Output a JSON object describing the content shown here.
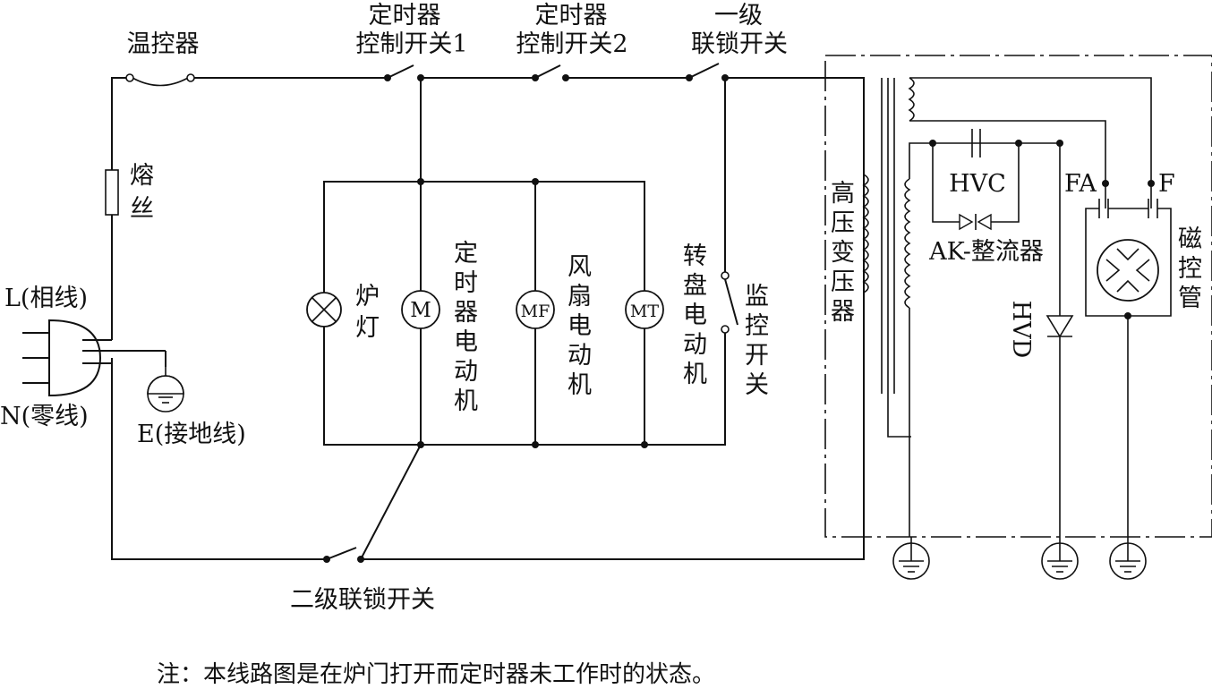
{
  "labels": {
    "thermostat": "温控器",
    "timer_switch1_a": "定时器",
    "timer_switch1_b": "控制开关1",
    "timer_switch2_a": "定时器",
    "timer_switch2_b": "控制开关2",
    "interlock1_a": "一级",
    "interlock1_b": "联锁开关",
    "fuse_a": "熔",
    "fuse_b": "丝",
    "live": "L(相线)",
    "neutral": "N(零线)",
    "earth": "E(接地线)",
    "lamp_a": "炉",
    "lamp_b": "灯",
    "timer_motor": [
      "定",
      "时",
      "器",
      "电",
      "动",
      "机"
    ],
    "fan_motor": [
      "风",
      "扇",
      "电",
      "动",
      "机"
    ],
    "turntable_motor": [
      "转",
      "盘",
      "电",
      "动",
      "机"
    ],
    "monitor_switch": [
      "监",
      "控",
      "开",
      "关"
    ],
    "hv_transformer": [
      "高",
      "压",
      "变",
      "压",
      "器"
    ],
    "interlock2": "二级联锁开关",
    "hvc": "HVC",
    "rectifier": "AK-整流器",
    "hvd": "HVD",
    "fa": "FA",
    "f": "F",
    "magnetron": [
      "磁",
      "控",
      "管"
    ],
    "note": "注：本线路图是在炉门打开而定时器未工作时的状态。"
  },
  "symbols": {
    "motor_m": "M",
    "motor_mf": "MF",
    "motor_mt": "MT"
  }
}
